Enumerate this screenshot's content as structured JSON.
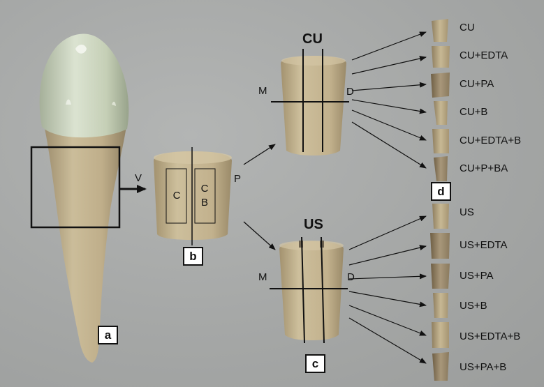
{
  "panels": {
    "a": "a",
    "b": "b",
    "c": "c",
    "d": "d"
  },
  "directions": {
    "vestibular": "V",
    "palatal": "P",
    "mesial_top": "M",
    "distal_top": "D",
    "mesial_bottom": "M",
    "distal_bottom": "D"
  },
  "groups": {
    "top_title": "CU",
    "bottom_title": "US",
    "section_c": "C",
    "section_cb_1": "C",
    "section_cb_2": "B"
  },
  "sample_labels": {
    "cu": [
      "CU",
      "CU+EDTA",
      "CU+PA",
      "CU+B",
      "CU+EDTA+B",
      "CU+P+BA"
    ],
    "us": [
      "US",
      "US+EDTA",
      "US+PA",
      "US+B",
      "US+EDTA+B",
      "US+PA+B"
    ]
  },
  "colors": {
    "background": "#a6a8a7",
    "dentin": "#c2b28f",
    "enamel": "#cfd8c2",
    "line": "#111111"
  }
}
